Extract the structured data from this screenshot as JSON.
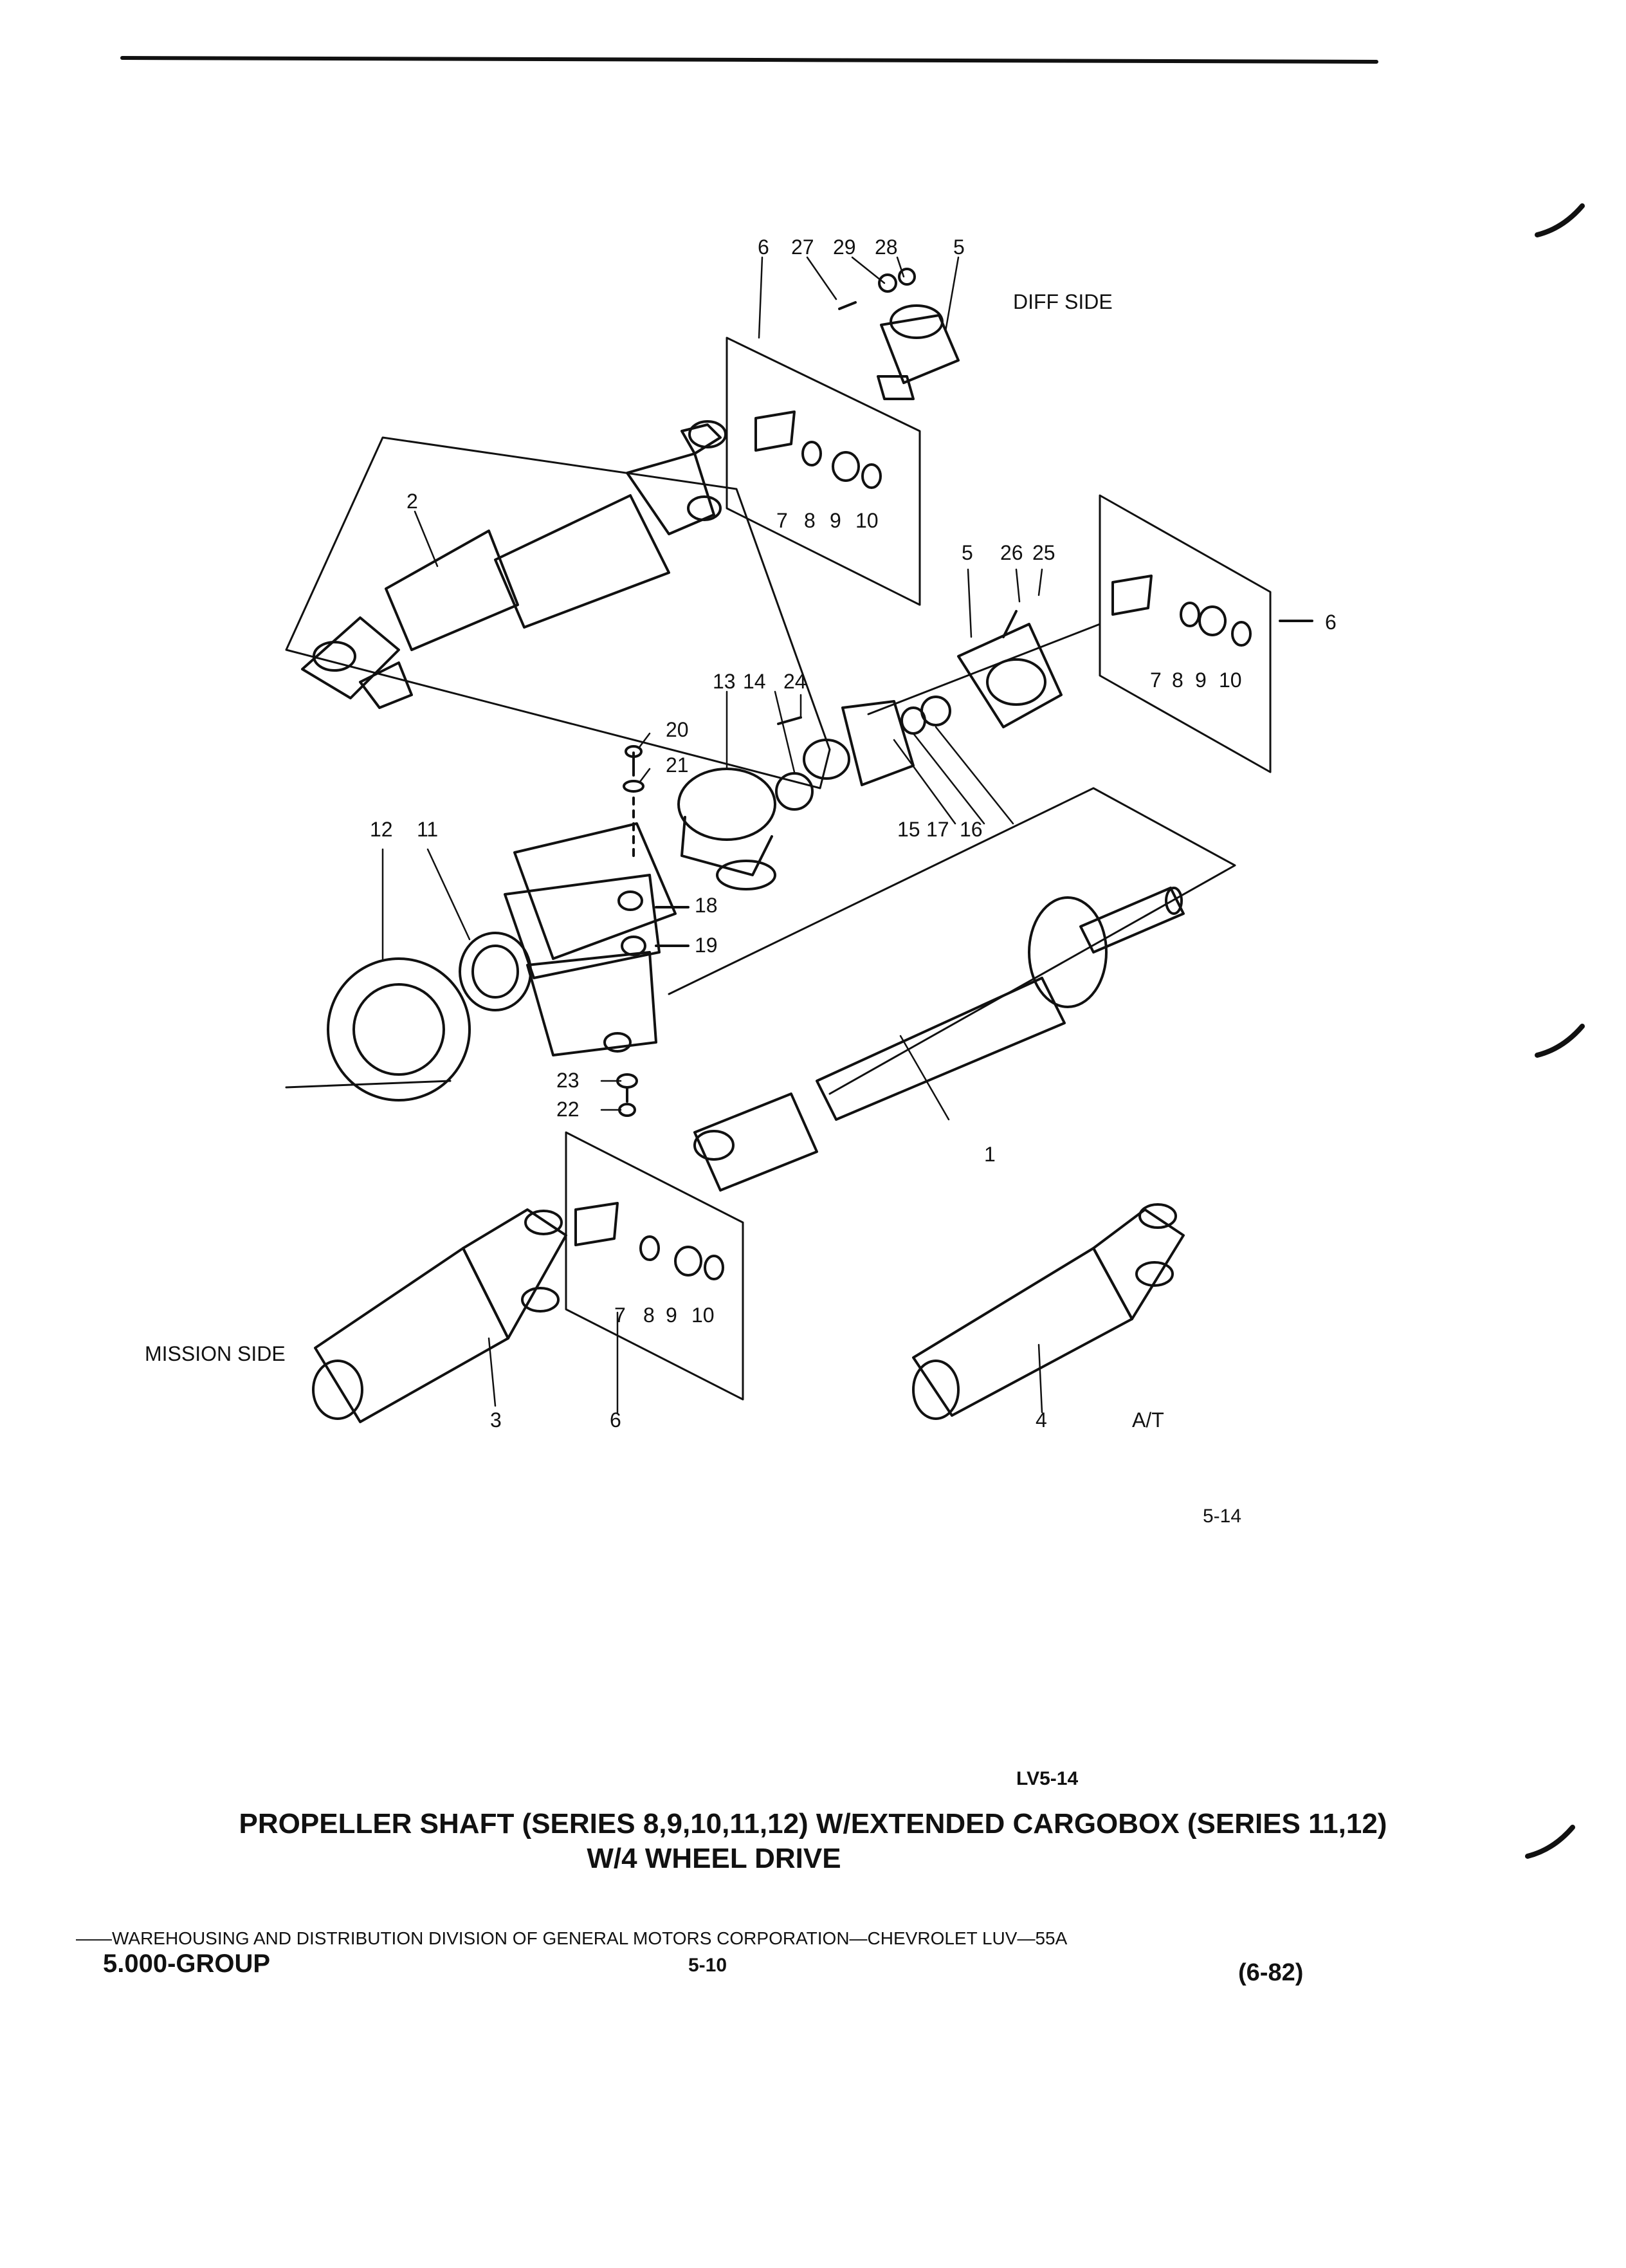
{
  "diagram": {
    "side_labels": {
      "diff": "DIFF SIDE",
      "mission": "MISSION SIDE",
      "automatic": "A/T"
    },
    "callouts": [
      "1",
      "2",
      "3",
      "4",
      "5",
      "6",
      "7",
      "8",
      "9",
      "10",
      "11",
      "12",
      "13",
      "14",
      "15",
      "16",
      "17",
      "18",
      "19",
      "20",
      "21",
      "22",
      "23",
      "24",
      "25",
      "26",
      "27",
      "28",
      "29"
    ],
    "figure_number": "5-14"
  },
  "caption": {
    "plate_id": "LV5-14",
    "title_line1": "PROPELLER SHAFT (SERIES 8,9,10,11,12) W/EXTENDED CARGOBOX (SERIES 11,12)",
    "title_line2": "W/4 WHEEL DRIVE"
  },
  "footer": {
    "division_line": "——WAREHOUSING AND DISTRIBUTION  DIVISION OF GENERAL MOTORS CORPORATION—CHEVROLET LUV—55A",
    "group": "5.000-GROUP",
    "page": "5-10",
    "date": "(6-82)"
  }
}
